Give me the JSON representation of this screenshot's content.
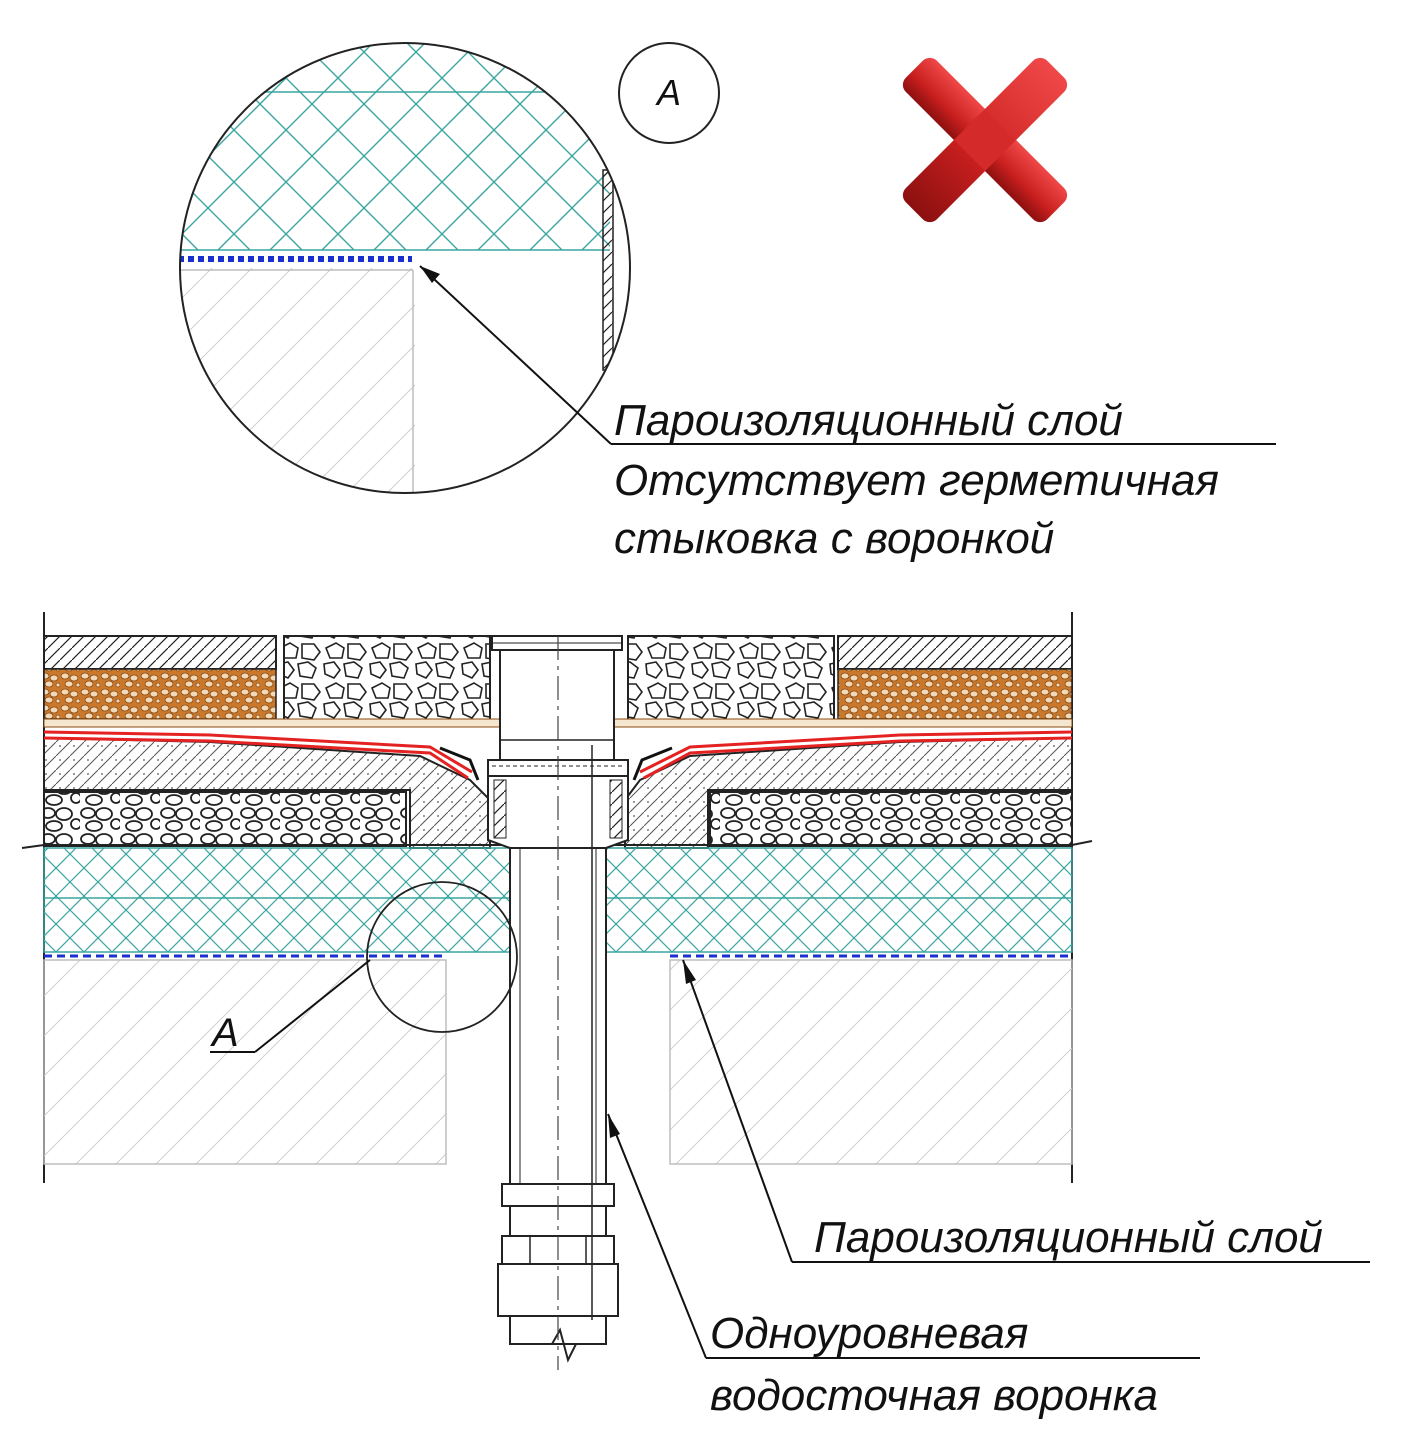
{
  "detail": {
    "marker": "А",
    "callout_line1": "Пароизоляционный слой",
    "callout_line2": "Отсутствует герметичная",
    "callout_line3": "стыковка с воронкой"
  },
  "error_mark": {
    "icon": "red-cross-icon",
    "color": "#d42a2a"
  },
  "section": {
    "marker_label": "А",
    "vapor_label": "Пароизоляционный слой",
    "drain_label_1": "Одноуровневая",
    "drain_label_2": "водосточная воронка"
  },
  "colors": {
    "insulation_hatch": "#3aa6a0",
    "vapor_barrier": "#1a2fd0",
    "membrane": "#e52222",
    "sand_fill": "#c9782c",
    "line": "#111111"
  }
}
